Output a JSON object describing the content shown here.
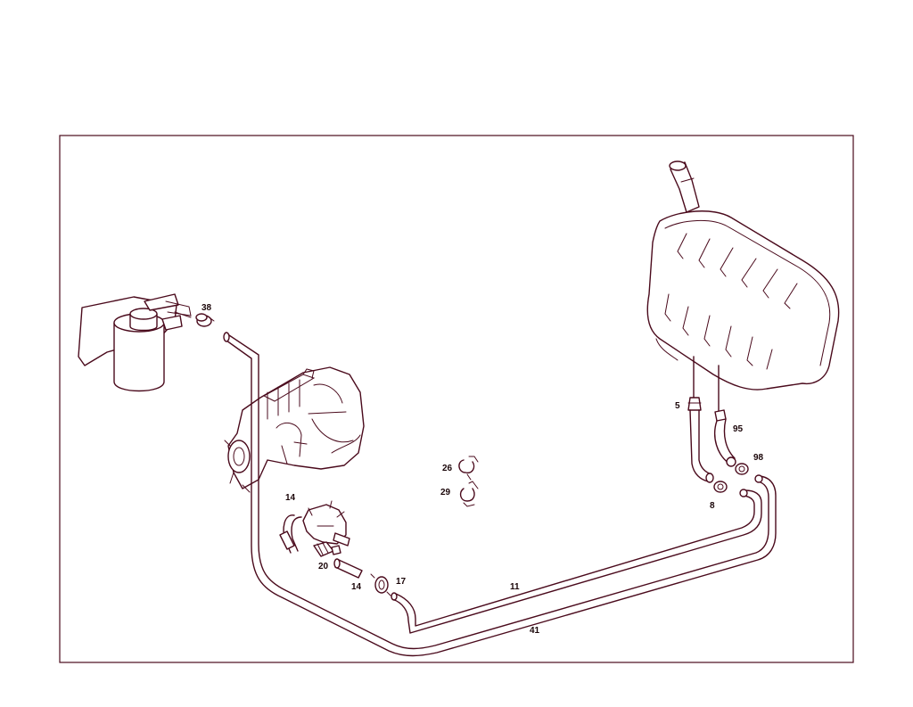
{
  "colors": {
    "line": "#4a0a1c",
    "label": "#1a0508",
    "background": "#ffffff"
  },
  "callouts": [
    {
      "id": "c38",
      "text": "38"
    },
    {
      "id": "c5",
      "text": "5"
    },
    {
      "id": "c95",
      "text": "95"
    },
    {
      "id": "c98",
      "text": "98"
    },
    {
      "id": "c8",
      "text": "8"
    },
    {
      "id": "c26",
      "text": "26"
    },
    {
      "id": "c29",
      "text": "29"
    },
    {
      "id": "c14a",
      "text": "14"
    },
    {
      "id": "c20",
      "text": "20"
    },
    {
      "id": "c14b",
      "text": "14"
    },
    {
      "id": "c17",
      "text": "17"
    },
    {
      "id": "c11",
      "text": "11"
    },
    {
      "id": "c41",
      "text": "41"
    }
  ]
}
